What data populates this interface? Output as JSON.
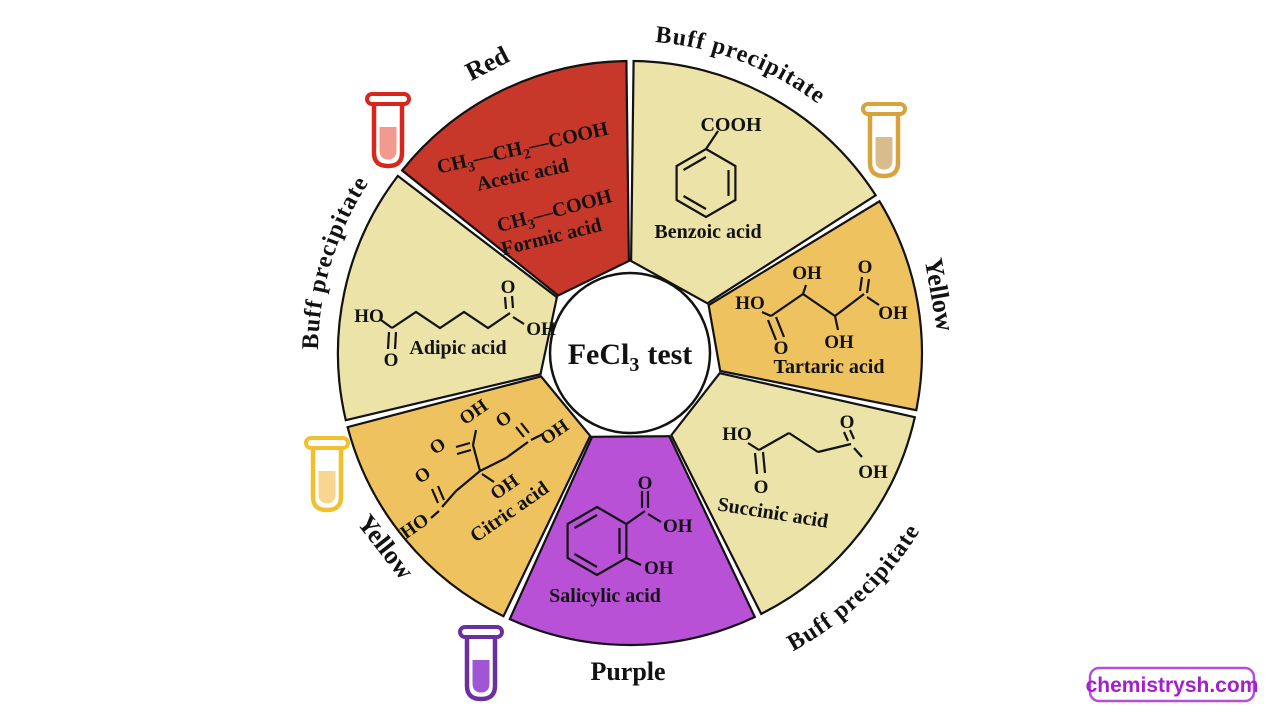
{
  "center": {
    "title": "FeCl₃ test",
    "title_parts": [
      "FeCl",
      "3",
      "test"
    ]
  },
  "badge": {
    "label": "chemistrysh.com",
    "text_color": "#a21fc9",
    "border_color": "#b44fd8"
  },
  "segments": [
    {
      "id": "acetic-formic",
      "result": "Red",
      "color": "#c8382a",
      "compound1": {
        "formula": "CH₃—CH₂—COOH",
        "formula_parts": [
          "CH",
          "3",
          "—CH",
          "2",
          "—COOH"
        ],
        "name": "Acetic acid"
      },
      "compound2": {
        "formula": "CH₃—COOH",
        "formula_parts": [
          "CH",
          "3",
          "—COOH"
        ],
        "name": "Formic acid"
      }
    },
    {
      "id": "benzoic",
      "result": "Buff precipitate",
      "color": "#ece3a8",
      "group": "COOH",
      "compound": "Benzoic acid"
    },
    {
      "id": "tartaric",
      "result": "Yellow",
      "color": "#edc25f",
      "atoms": [
        "OH",
        "O",
        "HO",
        "OH",
        "O",
        "OH"
      ],
      "compound": "Tartaric acid"
    },
    {
      "id": "succinic",
      "result": "Buff precipitate",
      "color": "#ece3a8",
      "atoms": [
        "HO",
        "O",
        "O",
        "OH"
      ],
      "compound": "Succinic acid"
    },
    {
      "id": "salicylic",
      "result": "Purple",
      "color": "#b851d6",
      "atoms": [
        "O",
        "OH",
        "OH"
      ],
      "compound": "Salicylic acid"
    },
    {
      "id": "citric",
      "result": "Yellow",
      "color": "#edc25f",
      "atoms": [
        "OH",
        "O",
        "OH",
        "O",
        "O",
        "OH",
        "HO"
      ],
      "compound": "Citric acid"
    },
    {
      "id": "adipic",
      "result": "Buff precipitate",
      "color": "#ece3a8",
      "atoms": [
        "HO",
        "O",
        "O",
        "OH"
      ],
      "compound": "Adipic acid"
    }
  ],
  "test_tubes": [
    {
      "id": "red-test-tube",
      "outline": "#d9261c",
      "liquid": "#f29a8e"
    },
    {
      "id": "buff-test-tube",
      "outline": "#d8a33c",
      "liquid": "#d8bc8c"
    },
    {
      "id": "yellow-test-tube",
      "outline": "#f2c02e",
      "liquid": "#f8d68f"
    },
    {
      "id": "purple-test-tube",
      "outline": "#6b2fa0",
      "liquid": "#a055d4"
    }
  ]
}
